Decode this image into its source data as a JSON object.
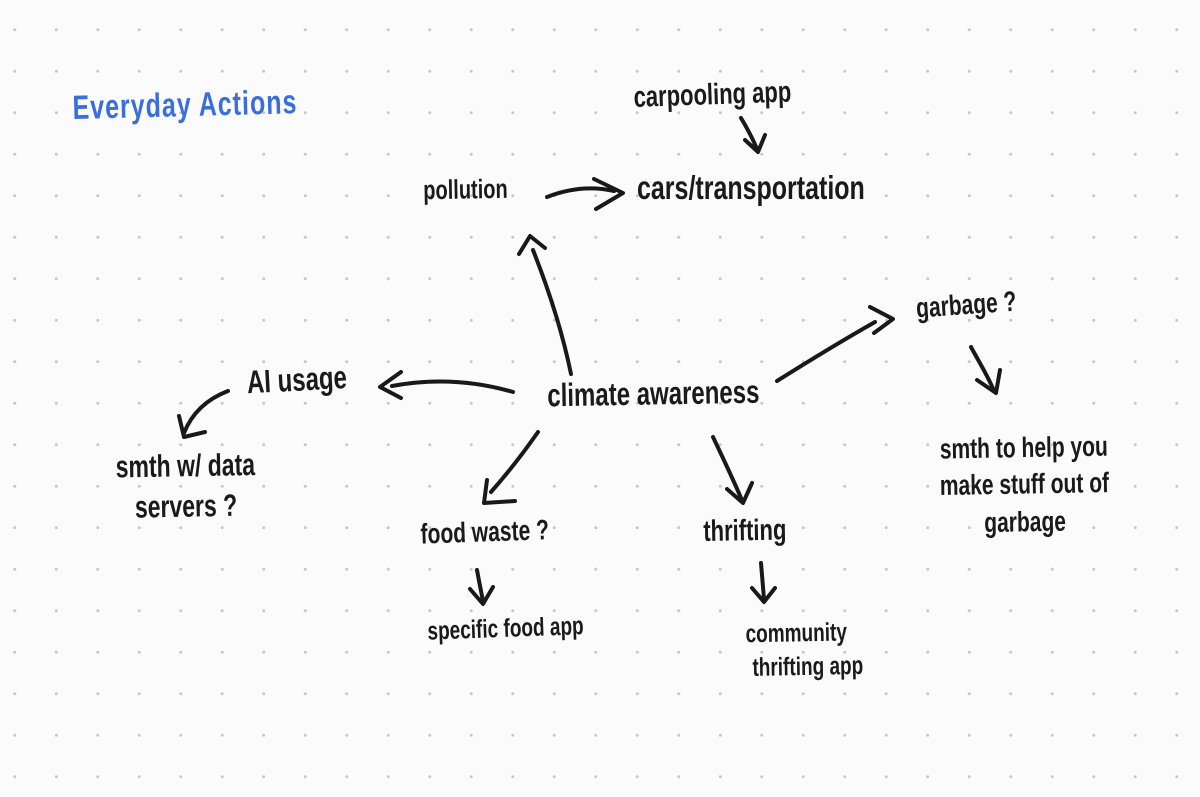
{
  "app": {
    "type": "whiteboard-canvas",
    "background_color": "#fbfbfc",
    "dot_grid_color": "#c6c6cb",
    "ink_color": "#191919",
    "accent_color": "#3a6fdb"
  },
  "title": {
    "text": "Everyday Actions",
    "color": "#3a6fdb"
  },
  "nodes": {
    "climate_awareness": "climate awareness",
    "pollution": "pollution",
    "cars_transportation": "cars/transportation",
    "carpooling_app": "carpooling app",
    "ai_usage": "AI usage",
    "data_servers": [
      "smth w/ data",
      "servers ?"
    ],
    "garbage": "garbage ?",
    "garbage_idea": [
      "smth to help you",
      "make stuff out of",
      "garbage"
    ],
    "food_waste": "food waste ?",
    "specific_food_app": "specific food app",
    "thrifting": "thrifting",
    "community_thrifting_app": [
      "community",
      "thrifting app"
    ]
  },
  "connections": [
    {
      "from": "carpooling app",
      "to": "cars/transportation"
    },
    {
      "from": "pollution",
      "to": "cars/transportation"
    },
    {
      "from": "climate awareness",
      "to": "pollution"
    },
    {
      "from": "climate awareness",
      "to": "AI usage"
    },
    {
      "from": "AI usage",
      "to": "smth w/ data servers ?"
    },
    {
      "from": "climate awareness",
      "to": "garbage ?"
    },
    {
      "from": "garbage ?",
      "to": "smth to help you make stuff out of garbage"
    },
    {
      "from": "climate awareness",
      "to": "food waste ?"
    },
    {
      "from": "food waste ?",
      "to": "specific food app"
    },
    {
      "from": "climate awareness",
      "to": "thrifting"
    },
    {
      "from": "thrifting",
      "to": "community thrifting app"
    }
  ]
}
